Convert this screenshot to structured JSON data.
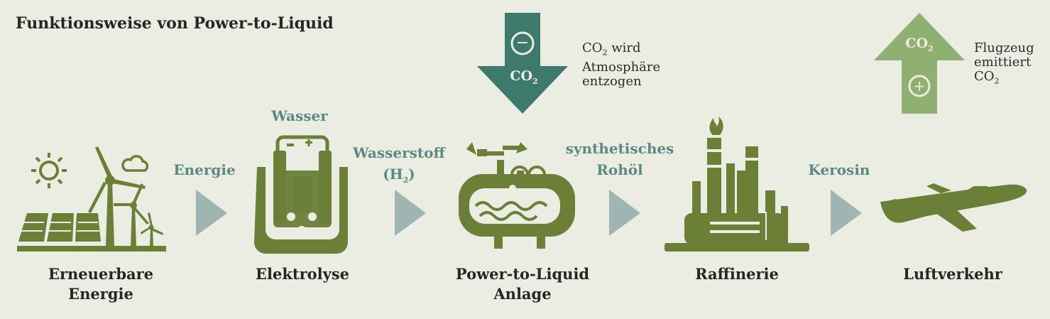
{
  "title": "Funktionsweise von Power-to-Liquid",
  "stages": [
    {
      "line1": "Erneuerbare",
      "line2": "Energie"
    },
    {
      "line1": "Elektrolyse",
      "line2": ""
    },
    {
      "line1": "Power-to-Liquid",
      "line2": "Anlage"
    },
    {
      "line1": "Raffinerie",
      "line2": ""
    },
    {
      "line1": "Luftverkehr",
      "line2": ""
    }
  ],
  "flows": {
    "energie": "Energie",
    "wasser": "Wasser",
    "wasserstoff": "Wasserstoff",
    "h2_prefix": "(H",
    "h2_sub": "2",
    "h2_suffix": ")",
    "rohoel_1": "synthetisches",
    "rohoel_2": "Rohöl",
    "kerosin": "Kerosin"
  },
  "co2_in": {
    "sign": "−",
    "co": "CO",
    "sub": "2",
    "note_co": "CO",
    "note_sub": "2",
    "note_l1": " wird",
    "note_l2": "Atmosphäre",
    "note_l3": "entzogen"
  },
  "co2_out": {
    "sign": "+",
    "co": "CO",
    "sub": "2",
    "note_l1": "Flugzeug",
    "note_l2": "emittiert",
    "note_co": "CO",
    "note_sub": "2"
  },
  "colors": {
    "icon_green": "#6b7f37",
    "flow_teal": "#5a8a86",
    "arrow_grey": "#9fb5b2",
    "co2_down": "#3e7a6c",
    "co2_up": "#8fb070",
    "background": "#ebede2"
  }
}
